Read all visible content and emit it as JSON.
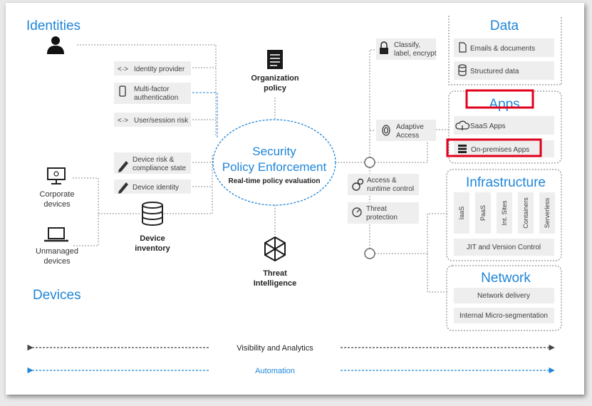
{
  "identities": {
    "title": "Identities",
    "items": [
      {
        "label": "Identity provider",
        "icon": "arrows-icon"
      },
      {
        "label1": "Multi-factor",
        "label2": "authentication",
        "icon": "phone-icon"
      },
      {
        "label": "User/session risk",
        "icon": "arrows-icon"
      }
    ]
  },
  "devices": {
    "title": "Devices",
    "corporate": {
      "line1": "Corporate",
      "line2": "devices"
    },
    "unmanaged": {
      "line1": "Unmanaged",
      "line2": "devices"
    },
    "items": [
      {
        "line1": "Device risk &",
        "line2": "compliance state",
        "icon": "pen-icon"
      },
      {
        "label": "Device identity",
        "icon": "pen-icon"
      }
    ],
    "inventory": {
      "line1": "Device",
      "line2": "inventory"
    }
  },
  "center": {
    "title1": "Security",
    "title2": "Policy Enforcement",
    "subtitle": "Real-time policy evaluation",
    "org_policy": {
      "line1": "Organization",
      "line2": "policy"
    },
    "threat_intel": {
      "line1": "Threat",
      "line2": "Intelligence"
    }
  },
  "controls": [
    {
      "line1": "Classify,",
      "line2": "label, encrypt",
      "icon": "lock-icon"
    },
    {
      "line1": "Adaptive",
      "line2": "Access",
      "icon": "fingerprint-icon"
    },
    {
      "line1": "Access &",
      "line2": "runtime control",
      "icon": "gears-icon"
    },
    {
      "line1": "Threat",
      "line2": "protection",
      "icon": "gauge-icon"
    }
  ],
  "data": {
    "title": "Data",
    "items": [
      {
        "label": "Emails & documents",
        "icon": "document-icon"
      },
      {
        "label": "Structured data",
        "icon": "database-icon"
      }
    ]
  },
  "apps": {
    "title": "Apps",
    "items": [
      {
        "label": "SaaS Apps",
        "icon": "cloud-upload-icon"
      },
      {
        "label": "On-premises Apps",
        "icon": "server-icon"
      }
    ]
  },
  "infrastructure": {
    "title": "Infrastructure",
    "columns": [
      "IaaS",
      "PaaS",
      "Int. Sites",
      "Containers",
      "Serverless"
    ],
    "footer": "JIT and Version Control"
  },
  "network": {
    "title": "Network",
    "items": [
      "Network delivery",
      "Internal Micro-segmentation"
    ]
  },
  "bottom": {
    "visibility": "Visibility and Analytics",
    "automation": "Automation"
  },
  "colors": {
    "accent": "#1f86d8",
    "box_fill": "#eeeeee",
    "text": "#404040",
    "highlight": "#e0001b",
    "line": "#888888"
  }
}
